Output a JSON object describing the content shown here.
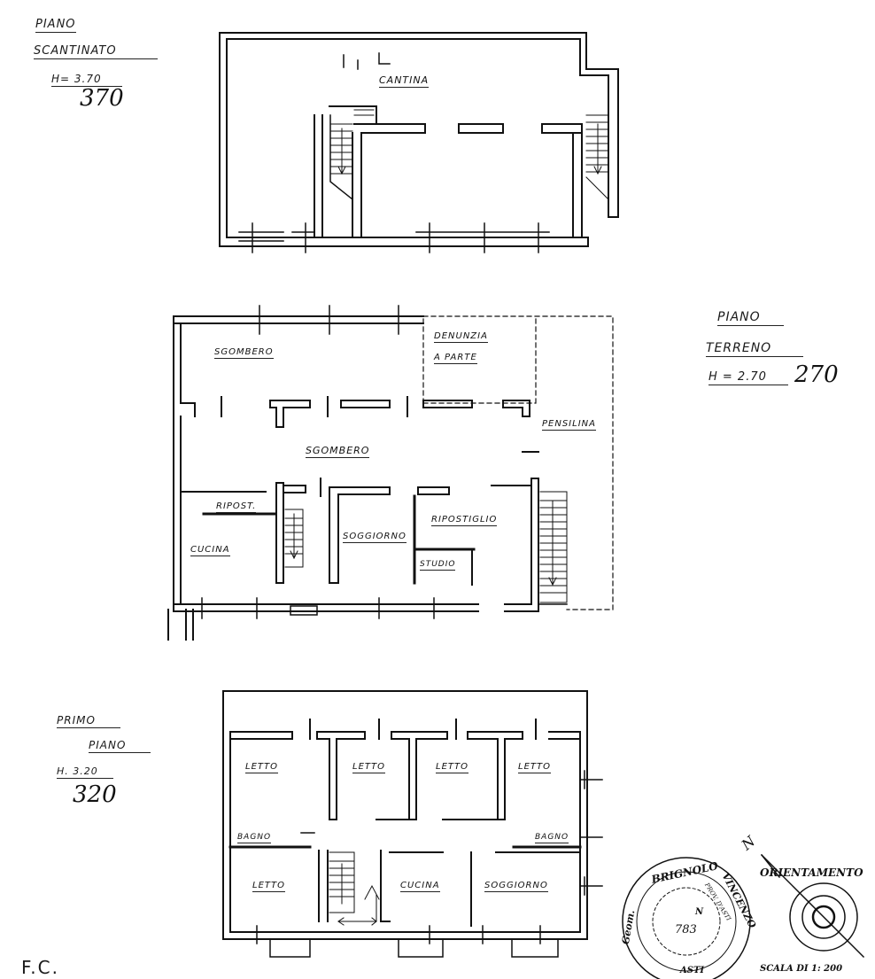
{
  "basement": {
    "title_line1": "PIANO",
    "title_line2": "SCANTINATO",
    "height": "H= 3.70",
    "height_hand": "370",
    "rooms": {
      "cantina": "CANTINA"
    }
  },
  "ground": {
    "title_line1": "PIANO",
    "title_line2": "TERRENO",
    "height": "H = 2.70",
    "height_hand": "270",
    "rooms": {
      "sgombero_top": "SGOMBERO",
      "denunzia1": "DENUNZIA",
      "denunzia2": "A PARTE",
      "pensilina": "PENSILINA",
      "sgombero_mid": "SGOMBERO",
      "ripost": "RIPOST.",
      "cucina": "CUCINA",
      "soggiorno": "SOGGIORNO",
      "ripostiglio": "RIPOSTIGLIO",
      "studio": "STUDIO"
    }
  },
  "first": {
    "title_line1": "PRIMO",
    "title_line2": "PIANO",
    "height": "H. 3.20",
    "height_hand": "320",
    "rooms": {
      "letto1": "LETTO",
      "letto2": "LETTO",
      "letto3": "LETTO",
      "letto4": "LETTO",
      "bagno_left": "BAGNO",
      "bagno_right": "BAGNO",
      "letto5": "LETTO",
      "cucina": "CUCINA",
      "soggiorno": "SOGGIORNO"
    }
  },
  "stamp": {
    "top": "BRIGNOLO",
    "right": "VINCENZO",
    "left": "Geom.",
    "inner": "PROV. D'ASTI",
    "n": "N",
    "number": "783",
    "bottom": "ASTI"
  },
  "orientation": {
    "label": "ORIENTAMENTO",
    "north": "N",
    "scale": "SCALA DI 1: 200"
  },
  "signature": "F.C."
}
